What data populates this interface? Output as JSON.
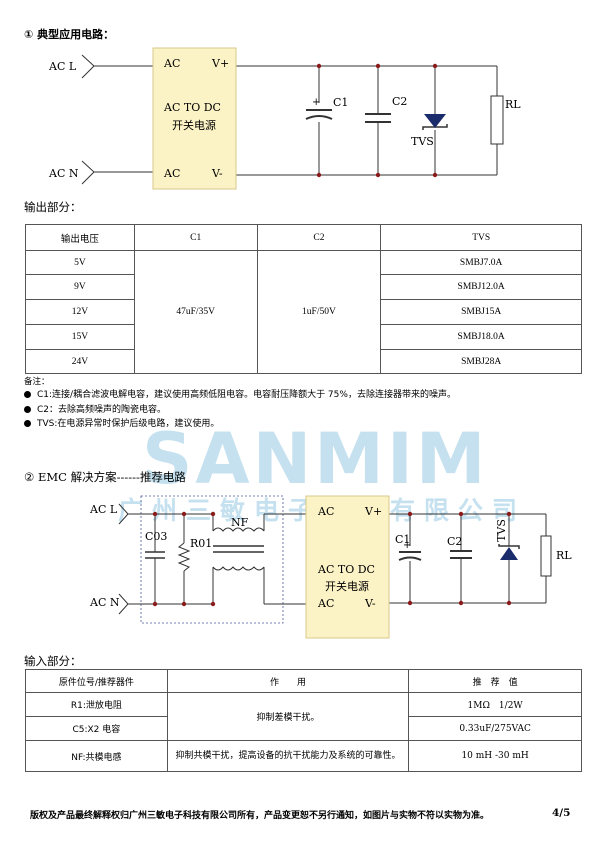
{
  "section1_title": "① 典型应用电路：",
  "circuit1": {
    "ac_l": "AC L",
    "ac_n": "AC N",
    "module_ac_top": "AC",
    "module_ac_bottom": "AC",
    "module_vplus": "V+",
    "module_vminus": "V-",
    "module_title_1": "AC TO DC",
    "module_title_2": "开关电源",
    "c1": "C1",
    "c2": "C2",
    "tvs": "TVS",
    "rl": "RL"
  },
  "output_title": "输出部分：",
  "output_table": {
    "headers": [
      "输出电压",
      "C1",
      "C2",
      "TVS"
    ],
    "voltages": [
      "5V",
      "9V",
      "12V",
      "15V",
      "24V"
    ],
    "c1_value": "47uF/35V",
    "c2_value": "1uF/50V",
    "tvs_values": [
      "SMBJ7.0A",
      "SMBJ12.0A",
      "SMBJ15A",
      "SMBJ18.0A",
      "SMBJ28A"
    ]
  },
  "notes": {
    "heading": "备注：",
    "items": [
      "C1:连接/耦合滤波电解电容，建议使用高频低阻电容。电容耐压降额大于 75%，去除连接器带来的噪声。",
      "C2：去除高频噪声的陶瓷电容。",
      "TVS:在电源异常时保护后级电路，建议使用。"
    ]
  },
  "watermark": {
    "brand": "SANMIM",
    "company": "广州三敏电子科技有限公司"
  },
  "section2_title": "② EMC 解决方案------推荐电路",
  "circuit2": {
    "ac_l": "AC L",
    "ac_n": "AC N",
    "c03": "C03",
    "r01": "R01",
    "nf": "NF",
    "module_ac_top": "AC",
    "module_ac_bottom": "AC",
    "module_vplus": "V+",
    "module_vminus": "V-",
    "module_title_1": "AC TO DC",
    "module_title_2": "开关电源",
    "c1": "C1",
    "c2": "C2",
    "tvs": "TVS",
    "rl": "RL"
  },
  "input_title": "输入部分：",
  "input_table": {
    "headers": [
      "原件位号/推荐器件",
      "作　　用",
      "推　荐　值"
    ],
    "rows": [
      {
        "part": "R1:泄放电阻",
        "value": "1MΩ　1/2W"
      },
      {
        "part": "C5:X2 电容",
        "value": "0.33uF/275VAC"
      },
      {
        "part": "NF:共模电感",
        "function": "抑制共模干扰，提高设备的抗干扰能力及系统的可靠性。",
        "value": "10 mH -30 mH"
      }
    ],
    "shared_function": "抑制差模干扰。"
  },
  "footer": "版权及产品最终解释权归广州三敏电子科技有限公司所有，产品变更恕不另行通知，如图片与实物不符以实物为准。",
  "page_number": "4/5"
}
